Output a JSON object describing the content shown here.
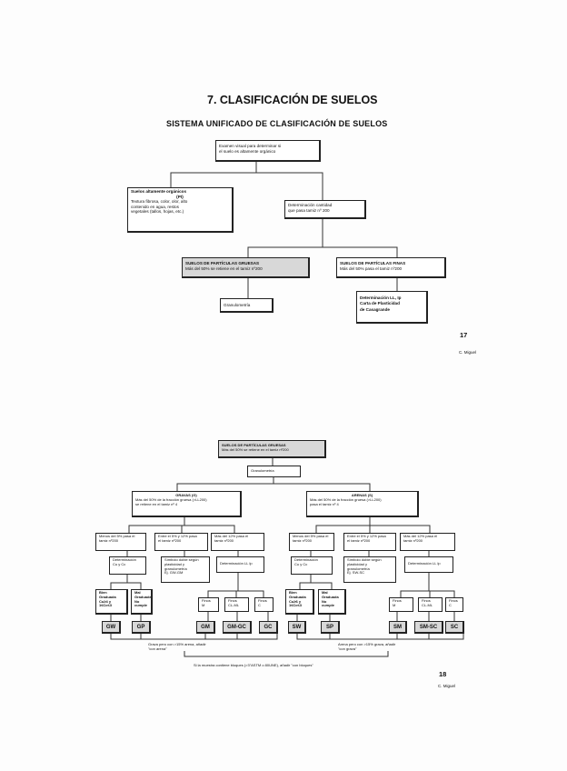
{
  "page1": {
    "title": "7. CLASIFICACIÓN DE SUELOS",
    "subtitle": "SISTEMA UNIFICADO DE CLASIFICACIÓN DE SUELOS",
    "examen": [
      "Examen visual para determinar si",
      "el suelo es altamente orgánico"
    ],
    "organicos": {
      "title": "Suelos altamente orgánicos",
      "symbol": "(Pt)",
      "lines": [
        "Textura fibrosa, color, olor, alto",
        "contenido en agua, restos",
        "vegetales (tallos, hojas, etc.)"
      ]
    },
    "determinacion": [
      "Determinación cantidad",
      "que pasa tamiz nº 200"
    ],
    "gruesas": {
      "title": "SUELOS DE PARTÍCULAS GRUESAS",
      "desc": "Más del 50% se retiene en el tamiz nº200"
    },
    "finas": {
      "title": "SUELOS DE PARTÍCULAS FINAS",
      "desc": "Más del 50% pasa el tamiz nº200"
    },
    "granulometria": "Granulometría",
    "plasticidad": [
      "Determinación LL, Ip",
      "Carta de Plasticidad",
      "de Casagrande"
    ],
    "page_number": "17",
    "author": "C. Miguel"
  },
  "page2": {
    "gruesas": {
      "title": "SUELOS DE PARTÍCULAS GRUESAS",
      "desc": "Más del 50% se retiene en el tamiz nº200"
    },
    "granulometria": "Granulometría",
    "gravas": {
      "title": "GRAVAS (G)",
      "lines": [
        "Más del 50% de la fracción gruesa (>LL200)",
        "se retiene en el tamiz nº 4"
      ]
    },
    "arenas": {
      "title": "ARENAS (S)",
      "lines": [
        "Más del 50% de la fracción gruesa (>LL200)",
        "pasa el tamiz nº 4"
      ]
    },
    "gravas_fines": [
      [
        "Menos del 5% pasa el",
        "tamiz nº200"
      ],
      [
        "Entre el 5% y 12% pasa",
        "el tamiz nº200"
      ],
      [
        "Más del 12% pasa el",
        "tamiz nº200"
      ]
    ],
    "arenas_fines": [
      [
        "Menos del 5% pasa el",
        "tamiz nº200"
      ],
      [
        "Entre el 5% y 12% pasa",
        "el tamiz nº200"
      ],
      [
        "Más del 12% pasa el",
        "tamiz nº200"
      ]
    ],
    "gravas_det": [
      [
        "Determinación",
        "Cu y Cc"
      ],
      [
        "Símbolo doble según",
        "plasticidad y",
        "granulometría",
        "Ej. GW-GM"
      ],
      [
        "Determinación LL Ip"
      ]
    ],
    "arenas_det": [
      [
        "Determinación",
        "Cu y Cc"
      ],
      [
        "Símbolo doble según",
        "plasticidad y",
        "granulometría",
        "Ej. SW-SC"
      ],
      [
        "Determinación LL Ip"
      ]
    ],
    "gravas_grad": [
      [
        "Bien",
        "Graduada",
        "Cu≥4 y",
        "1≤Cc≤3"
      ],
      [
        "Mal",
        "Graduada",
        "No",
        "cumple"
      ]
    ],
    "arenas_grad": [
      [
        "Bien",
        "Graduada",
        "Cu≥6 y",
        "1≤Cc≤3"
      ],
      [
        "Mal",
        "Graduada",
        "No",
        "cumple"
      ]
    ],
    "gravas_finos": [
      [
        "Finos",
        "M"
      ],
      [
        "Finos",
        "CL-ML"
      ],
      [
        "Finos",
        "C"
      ]
    ],
    "arenas_finos": [
      [
        "Finos",
        "M"
      ],
      [
        "Finos",
        "CL-ML"
      ],
      [
        "Finos",
        "C"
      ]
    ],
    "symbols": [
      "GW",
      "GP",
      "GM",
      "GM-GC",
      "GC",
      "SW",
      "SP",
      "SM",
      "SM-SC",
      "SC"
    ],
    "note_gravas": [
      "Grava pero con >15% arena, añadir",
      "\"con arena\""
    ],
    "note_arenas": [
      "Arena pero con >15% grava, añadir",
      "\"con grava\""
    ],
    "note_bloques": "Si la muestra contiene bloques (>3\"ASTM o 80UNE), añadir \"con bloques\"",
    "page_number": "18",
    "author": "C. Miguel"
  }
}
